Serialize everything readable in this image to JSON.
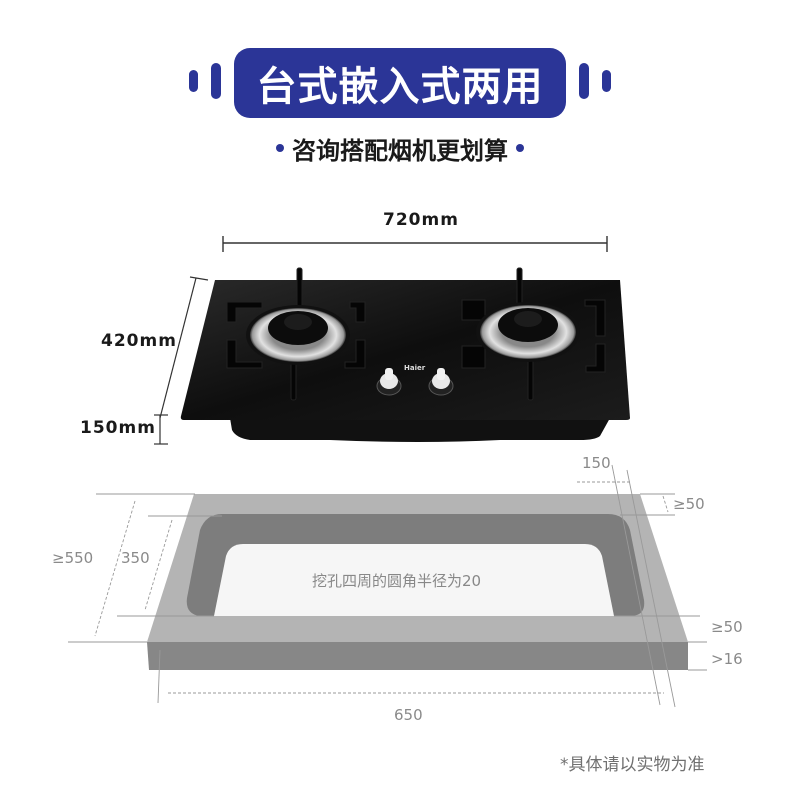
{
  "header": {
    "title": "台式嵌入式两用",
    "subtitle": "咨询搭配烟机更划算",
    "accent_color": "#2b3597"
  },
  "product": {
    "brand": "Haier",
    "type": "two-burner glass gas cooktop",
    "dimensions": {
      "width_label": "720mm",
      "depth_label": "420mm",
      "height_label": "150mm"
    }
  },
  "cutout_diagram": {
    "note": "挖孔四周的圆角半径为20",
    "labels": {
      "countertop_depth": "≥550",
      "cutout_depth": "350",
      "cutout_width": "650",
      "corner_offset": "150",
      "back_margin": "≥50",
      "front_margin": "≥50",
      "thickness": ">16"
    }
  },
  "footnote": "*具体请以实物为准"
}
